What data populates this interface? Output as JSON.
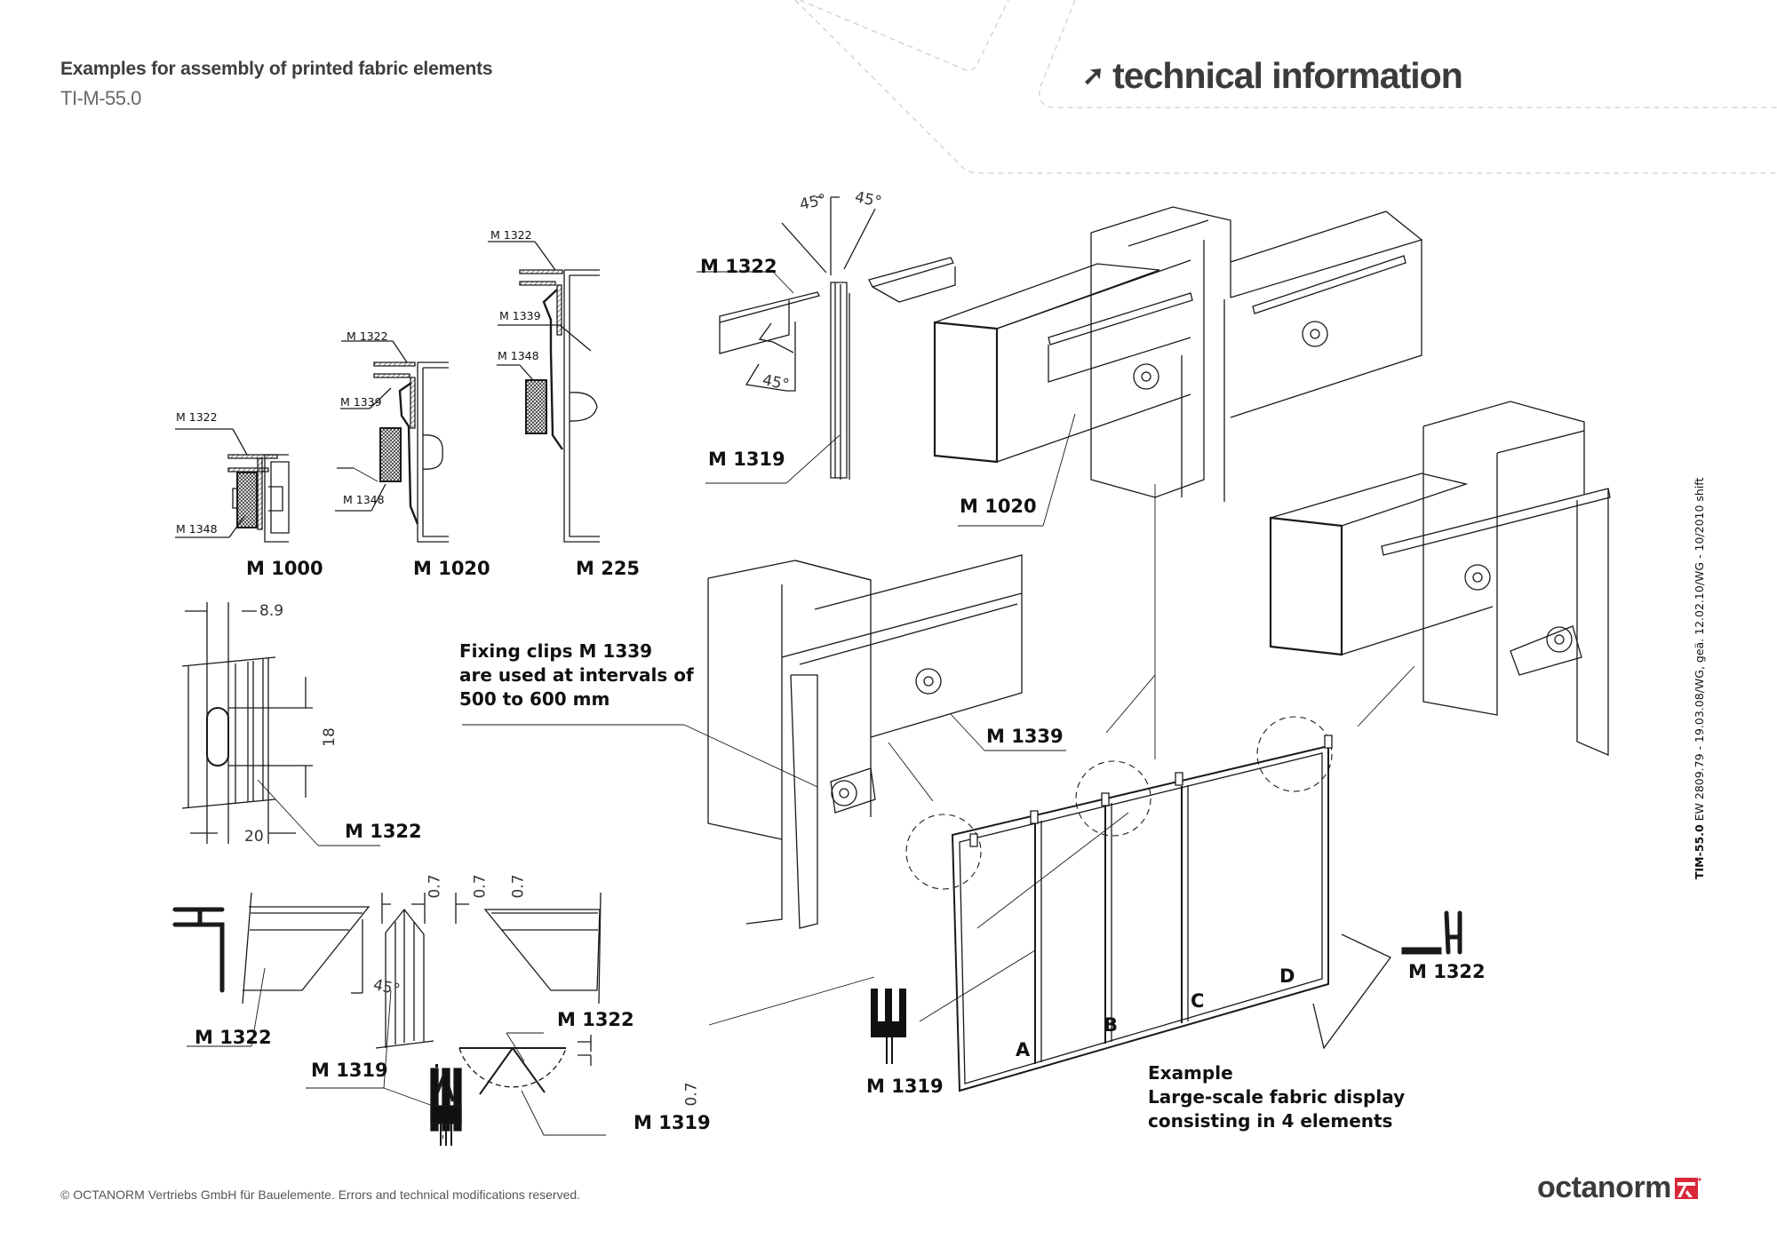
{
  "header": {
    "title": "Examples for assembly of printed fabric elements",
    "code": "TI-M-55.0",
    "section_heading": "technical information",
    "section_icon": "arrow-up-right-icon"
  },
  "side_note": {
    "doc_id": "TIM-55.0",
    "revision": "EW 2809.79 - 19.03.08/WG, geä. 12.02.10/WG - 10/2010 shift"
  },
  "footer": {
    "copyright": "© OCTANORM Vertriebs GmbH für Bauelemente. Errors and technical modifications reserved.",
    "logo_text": "octanorm",
    "brand_color": "#d9283a"
  },
  "sections": {
    "profiles": {
      "m1000": {
        "title": "M 1000",
        "labels": [
          "M 1322",
          "M 1348"
        ]
      },
      "m1020": {
        "title": "M 1020",
        "labels": [
          "M 1322",
          "M 1339",
          "M 1348"
        ]
      },
      "m225": {
        "title": "M 225",
        "labels": [
          "M 1322",
          "M 1339",
          "M 1348"
        ]
      }
    },
    "slot_detail": {
      "dim_top": "8.9",
      "dim_height": "18",
      "dim_width": "20",
      "label": "M 1322"
    },
    "fixing_note": {
      "lines": [
        "Fixing clips M 1339",
        "are used at intervals of",
        "500 to 600 mm"
      ]
    },
    "miter_detail": {
      "angle_left": "45°",
      "angle_right": "45°",
      "angle_bottom": "45°",
      "label_m1322": "M 1322",
      "label_m1319": "M 1319"
    },
    "isometric_main": {
      "label_m1020": "M 1020",
      "label_m1339": "M 1339"
    },
    "cut_detail": {
      "gap_1": "0.7",
      "gap_2": "0.7",
      "gap_3": "0.7",
      "gap_4": "0.7",
      "angle": "45°",
      "label_m1322_left": "M 1322",
      "label_m1319_left": "M 1319",
      "label_m1322_corner": "M 1322",
      "label_m1319_corner": "M 1319"
    },
    "example": {
      "panels": [
        "A",
        "B",
        "C",
        "D"
      ],
      "label_m1319": "M 1319",
      "label_m1322": "M 1322",
      "caption": [
        "Example",
        "Large-scale fabric display",
        "consisting in 4 elements"
      ]
    }
  }
}
